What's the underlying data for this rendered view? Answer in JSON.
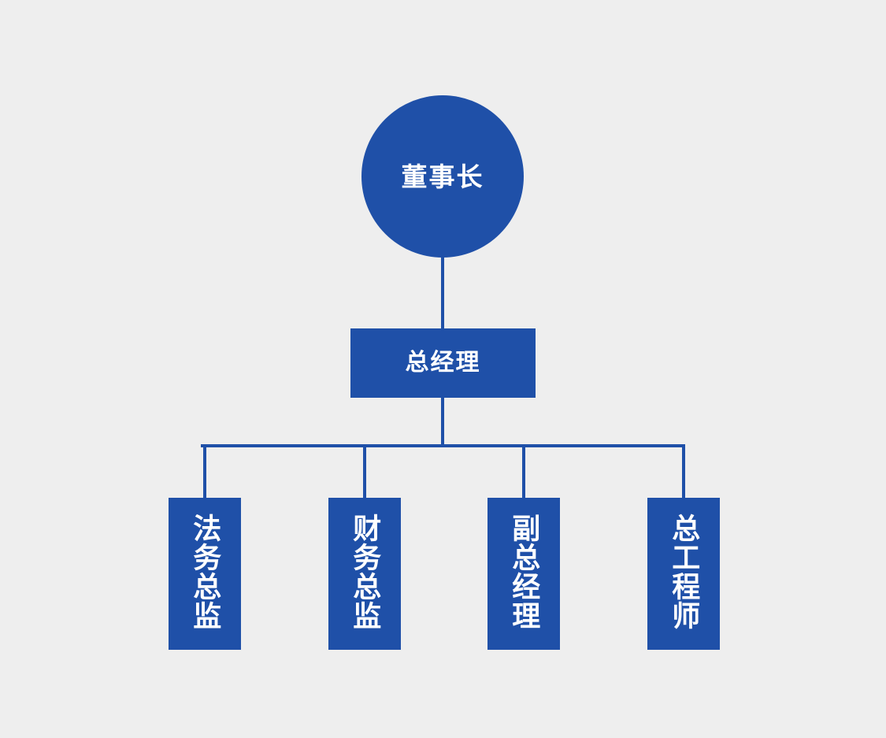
{
  "diagram": {
    "type": "org-chart",
    "title": "",
    "background_color": "#eeeeee",
    "node_color": "#1f50a8",
    "text_color": "#ffffff",
    "connector_color": "#1f50a8",
    "root": {
      "label": "董事长",
      "shape": "circle"
    },
    "level2": {
      "label": "总经理",
      "shape": "rectangle"
    },
    "level3": [
      {
        "label": "法务总监",
        "shape": "rectangle",
        "orientation": "vertical"
      },
      {
        "label": "财务总监",
        "shape": "rectangle",
        "orientation": "vertical"
      },
      {
        "label": "副总经理",
        "shape": "rectangle",
        "orientation": "vertical"
      },
      {
        "label": "总工程师",
        "shape": "rectangle",
        "orientation": "vertical"
      }
    ]
  }
}
